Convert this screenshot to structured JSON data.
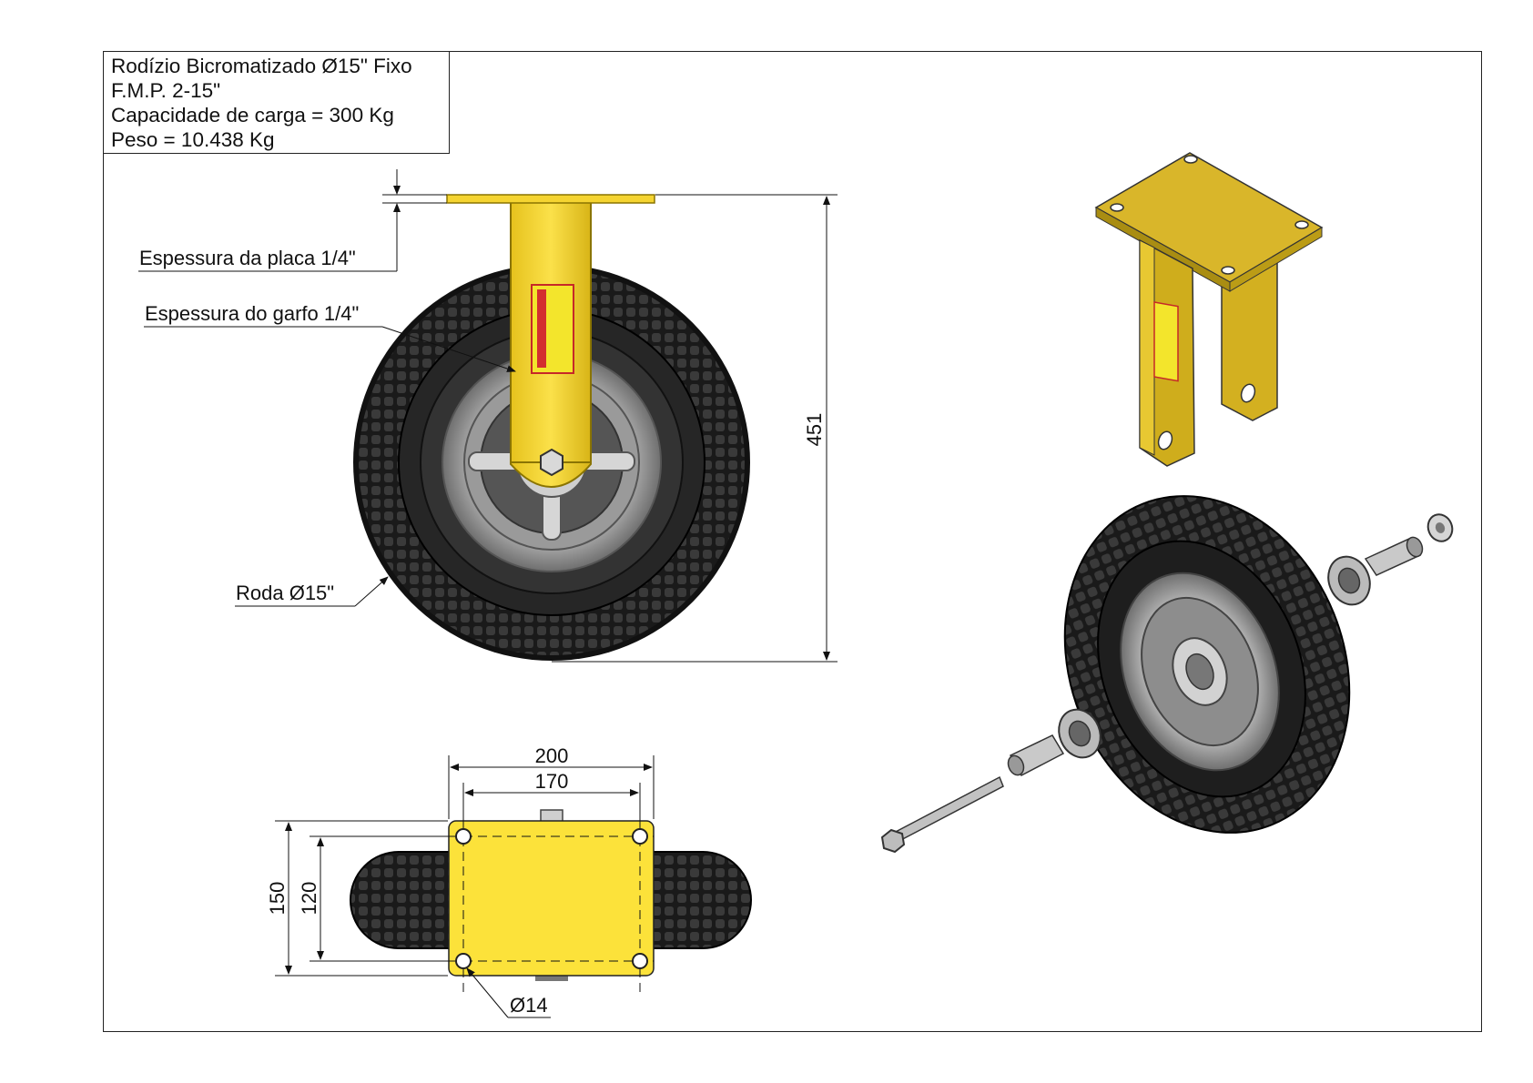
{
  "title_block": {
    "line1": "Rodízio Bicromatizado Ø15\" Fixo",
    "line2": "F.M.P. 2-15\"",
    "line3": "Capacidade de carga = 300 Kg",
    "line4": "Peso = 10.438 Kg"
  },
  "callouts": {
    "plate_thickness": "Espessura da placa 1/4\"",
    "fork_thickness": "Espessura do garfo 1/4\"",
    "wheel": "Roda Ø15\""
  },
  "dimensions": {
    "height": "451",
    "width_outer": "200",
    "width_inner": "170",
    "depth_outer": "150",
    "depth_inner": "120",
    "hole": "Ø14"
  },
  "colors": {
    "yellow": "#F5D431",
    "yellow_dark": "#C9A812",
    "tire": "#1c1c1c",
    "rim": "#bdbdbd",
    "line": "#111111"
  }
}
